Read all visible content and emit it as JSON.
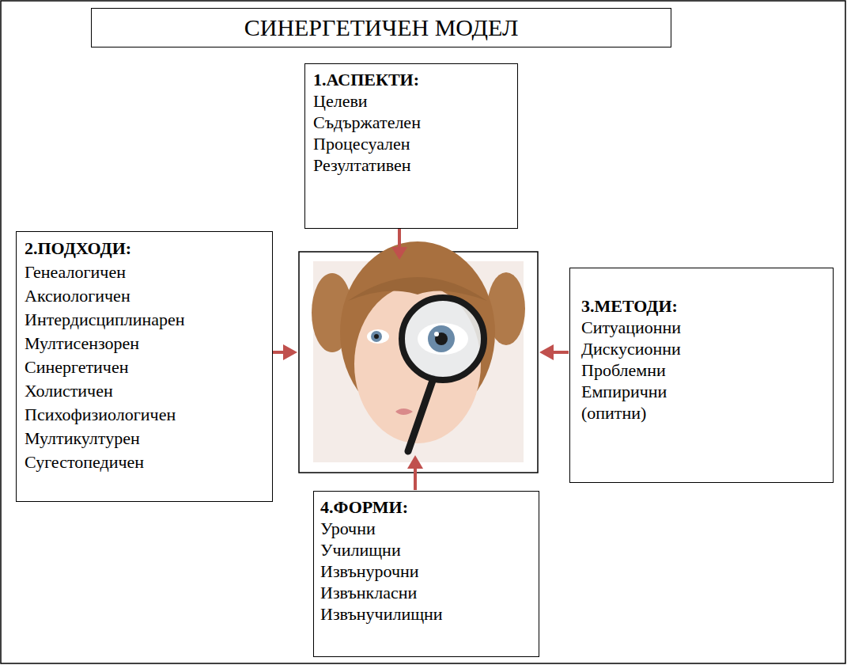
{
  "diagram": {
    "nodes": [
      {
        "text": [
          "СИНЕРГЕТИЧЕН МОДЕЛ"
        ]
      },
      {
        "text": [
          "1.АСПЕКТИ:",
          "Целеви",
          "Съдържателен",
          "Процесуален",
          "Резултативен"
        ]
      },
      {
        "text": [
          "2.ПОДХОДИ:",
          "Генеалогичен",
          "Аксиологичен",
          "Интердисциплинарен",
          "Мултисензорен",
          "Синергетичен",
          "Холистичен",
          "Психофизиологичен",
          "Мултикултурен",
          "Сугестопедичен"
        ]
      },
      {
        "text": [
          "3.МЕТОДИ:",
          "Ситуационни",
          "Дискусионни",
          "Проблемни",
          "Емпирични",
          "(опитни)"
        ]
      },
      {
        "text": [
          "4.ФОРМИ:",
          "Урочни",
          "Училищни",
          "Извънурочни",
          "Извънкласни",
          "Извънучилищни"
        ]
      }
    ]
  }
}
